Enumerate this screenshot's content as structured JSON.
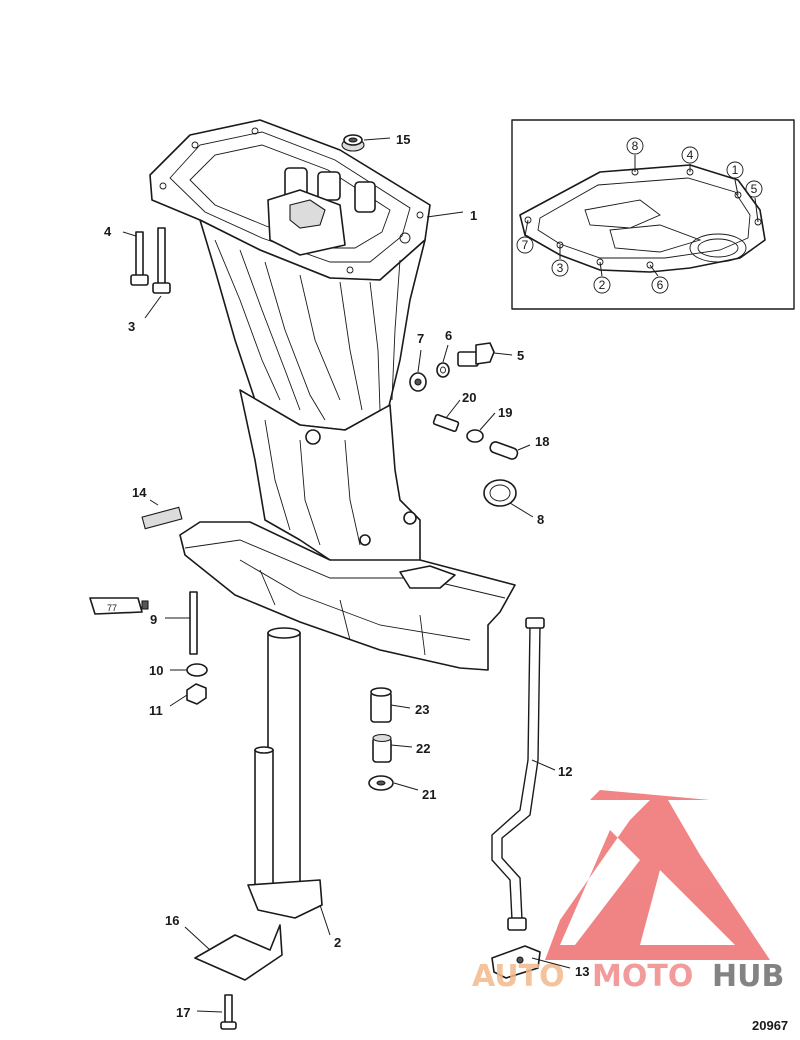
{
  "callouts": {
    "c1": "1",
    "c2": "2",
    "c3": "3",
    "c4": "4",
    "c5": "5",
    "c6": "6",
    "c7": "7",
    "c8": "8",
    "c9": "9",
    "c10": "10",
    "c11": "11",
    "c12": "12",
    "c13": "13",
    "c14": "14",
    "c15": "15",
    "c16": "16",
    "c17": "17",
    "c18": "18",
    "c19": "19",
    "c20": "20",
    "c21": "21",
    "c22": "22",
    "c23": "23"
  },
  "inset_callouts": [
    "8",
    "4",
    "1",
    "5",
    "7",
    "3",
    "2",
    "6"
  ],
  "tube_label": "77",
  "diagram_id": "20967",
  "watermark": {
    "part1": "AUTO",
    "part2": "MOTO",
    "part3": "HUB",
    "colors": {
      "auto": "#f3b98a",
      "moto": "#f08a8a",
      "hub": "#6e6e6e",
      "logo": "#ee6f6f"
    }
  }
}
